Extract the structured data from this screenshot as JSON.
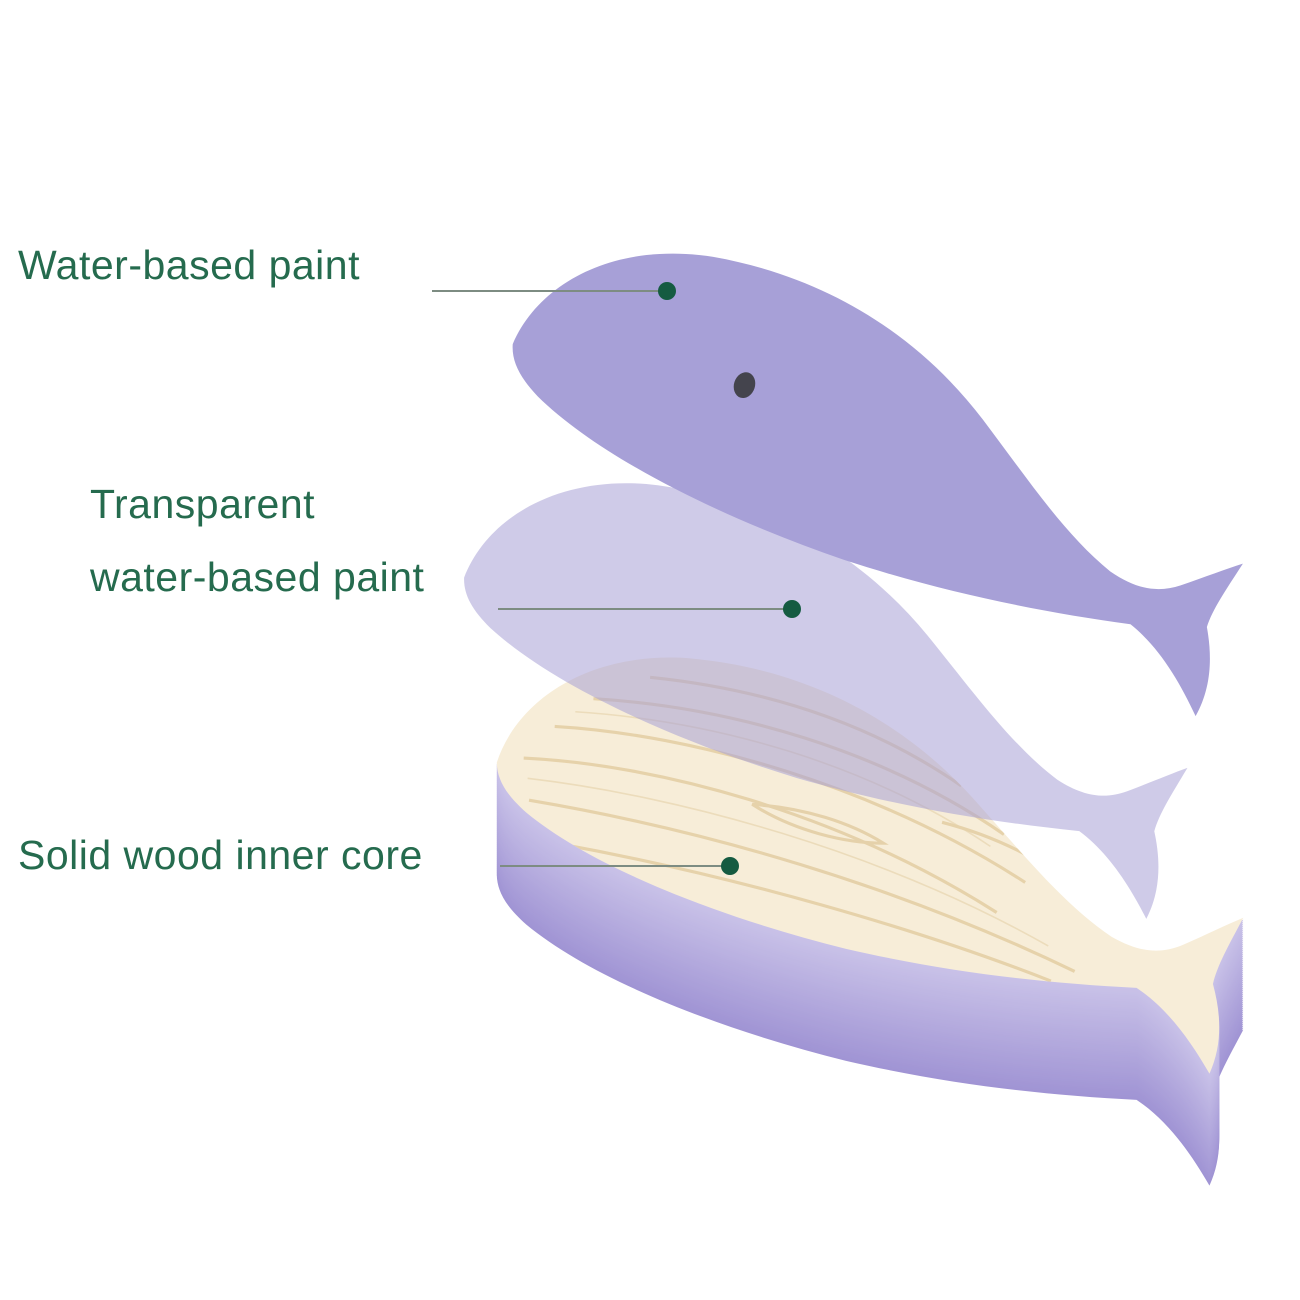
{
  "page": {
    "background": "#ffffff"
  },
  "callouts": {
    "layer1": {
      "label": "Water-based paint"
    },
    "layer2": {
      "label_line1": "Transparent",
      "label_line2": "water-based paint"
    },
    "layer3": {
      "label": "Solid wood inner core"
    }
  },
  "colors": {
    "text_green": "#256b4e",
    "leader_line": "#7d8c82",
    "callout_dot": "#155b41",
    "paint_layer": "#a7a0d7",
    "transparent_layer": "#a8a0d6",
    "wood_face": "#f7edd8",
    "wood_grain": "#e4cfa6",
    "side_light": "#c9c2e8",
    "side_dark": "#a094d4",
    "hole": "#44444d"
  },
  "layers": {
    "layer1_name": "painted-whale-top-layer",
    "layer2_name": "transparent-paint-middle-layer",
    "layer3_name": "solid-wood-core-bottom-layer"
  }
}
